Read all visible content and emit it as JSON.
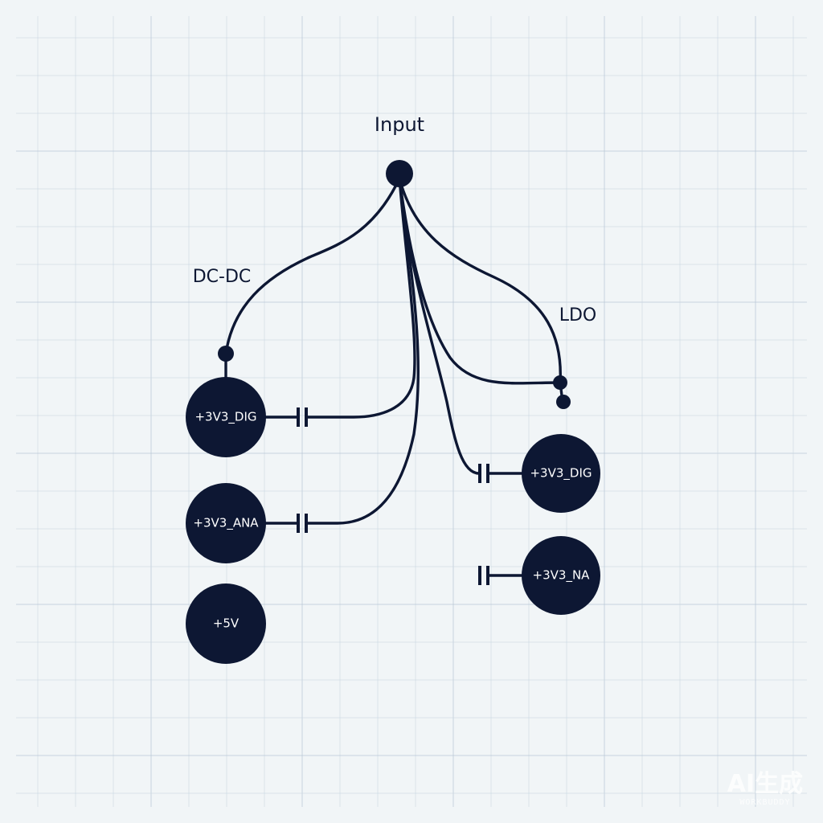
{
  "diagram": {
    "title": "Input",
    "labels": {
      "dcdc": "DC-DC",
      "ldo": "LDO"
    },
    "rails": {
      "dcdc_dig": "+3V3_DIG",
      "dcdc_ana": "+3V3_ANA",
      "dcdc_5v": "+5V",
      "ldo_dig": "+3V3_DIG",
      "ldo_na": "+3V3_NA"
    },
    "colors": {
      "ink": "#0d1733",
      "background": "#f1f5f7",
      "grid": "#c9d5e0"
    }
  },
  "watermark": {
    "main": "AI生成",
    "sub": "WORKBUDDY"
  }
}
